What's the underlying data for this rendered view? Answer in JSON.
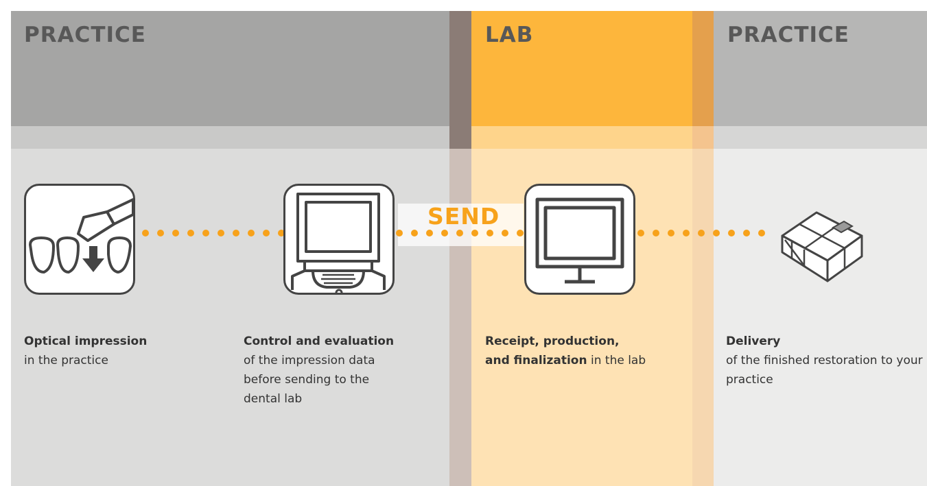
{
  "columns": [
    {
      "title": "PRACTICE"
    },
    {
      "title": "LAB"
    },
    {
      "title": "PRACTICE"
    }
  ],
  "send_label": "SEND",
  "steps": [
    {
      "icon": "tooth-scan-icon",
      "bold": "Optical impression",
      "text": "in the practice"
    },
    {
      "icon": "scanner-computer-icon",
      "bold": "Control and evaluation",
      "text": "of the impression data before sending to the dental lab"
    },
    {
      "icon": "monitor-icon",
      "bold_line1": "Receipt, production,",
      "bold_line2": "and finalization",
      "text": "in the lab"
    },
    {
      "icon": "package-icon",
      "bold": "Delivery",
      "text": "of the finished restoration to your practice"
    }
  ],
  "colors": {
    "accent": "#f7a21b",
    "icon_stroke": "#444444"
  }
}
